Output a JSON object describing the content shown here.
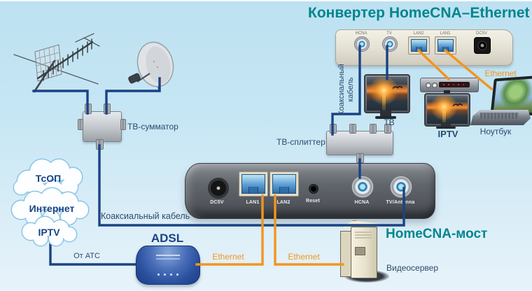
{
  "titles": {
    "converter": "Конвертер HomeCNA–Ethernet",
    "bridge": "HomeCNA-мост"
  },
  "clouds": {
    "items": [
      "ТсОП",
      "Интернет",
      "IPTV"
    ]
  },
  "cable_labels": {
    "coax_horizontal": "Коаксиальный кабель",
    "coax_vertical_line1": "Коаксиальный",
    "coax_vertical_line2": "кабель",
    "from_ats": "От АТС",
    "ethernet_adsl": "Ethernet",
    "ethernet_server": "Ethernet",
    "ethernet_laptop": "Ethernet"
  },
  "devices": {
    "converter": {
      "ports": [
        "HCNA",
        "TV",
        "LAN2",
        "LAN1",
        "DC5V"
      ]
    },
    "bridge": {
      "ports": [
        "DC5V",
        "LAN1",
        "LAN2",
        "Reset",
        "HCNA",
        "TV/Antenna"
      ]
    },
    "summator": {
      "label": "ТВ-сумматор"
    },
    "splitter": {
      "label": "ТВ-сплиттер"
    },
    "tv": {
      "label": "ТВ"
    },
    "iptv": {
      "label": "IPTV"
    },
    "laptop": {
      "label": "Ноутбук"
    },
    "videoserver": {
      "label": "Видеосервер"
    },
    "adsl": {
      "label": "ADSL"
    }
  },
  "colors": {
    "background_top": "#bde1f1",
    "background_bottom": "#e7f3fa",
    "coax_line": "#1a4383",
    "ethernet_line": "#f2951e",
    "title_teal": "#00858d",
    "label_navy": "#2c4a6e",
    "bold_navy": "#1a4383"
  }
}
